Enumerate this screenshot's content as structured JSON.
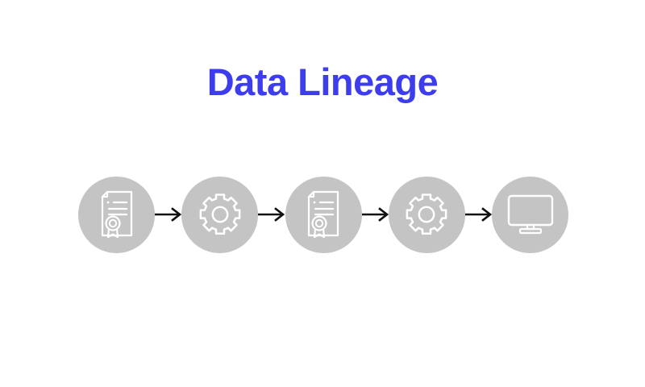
{
  "page": {
    "title": "Data Lineage",
    "background_color": "#ffffff",
    "title_color": "#3d3dee",
    "node_circle_color": "#c4c4c4",
    "icon_color": "#ffffff",
    "arrow_color": "#111111"
  },
  "flow": {
    "arrow_glyph": "→",
    "nodes": [
      {
        "icon": "certificate-icon",
        "label": "Certificate"
      },
      {
        "icon": "gear-icon",
        "label": "Gear"
      },
      {
        "icon": "certificate-icon",
        "label": "Certificate"
      },
      {
        "icon": "gear-icon",
        "label": "Gear"
      },
      {
        "icon": "monitor-icon",
        "label": "Monitor"
      }
    ],
    "arrows": [
      {
        "label": "Arrow 1"
      },
      {
        "label": "Arrow 2"
      },
      {
        "label": "Arrow 3"
      },
      {
        "label": "Arrow 4"
      }
    ]
  }
}
